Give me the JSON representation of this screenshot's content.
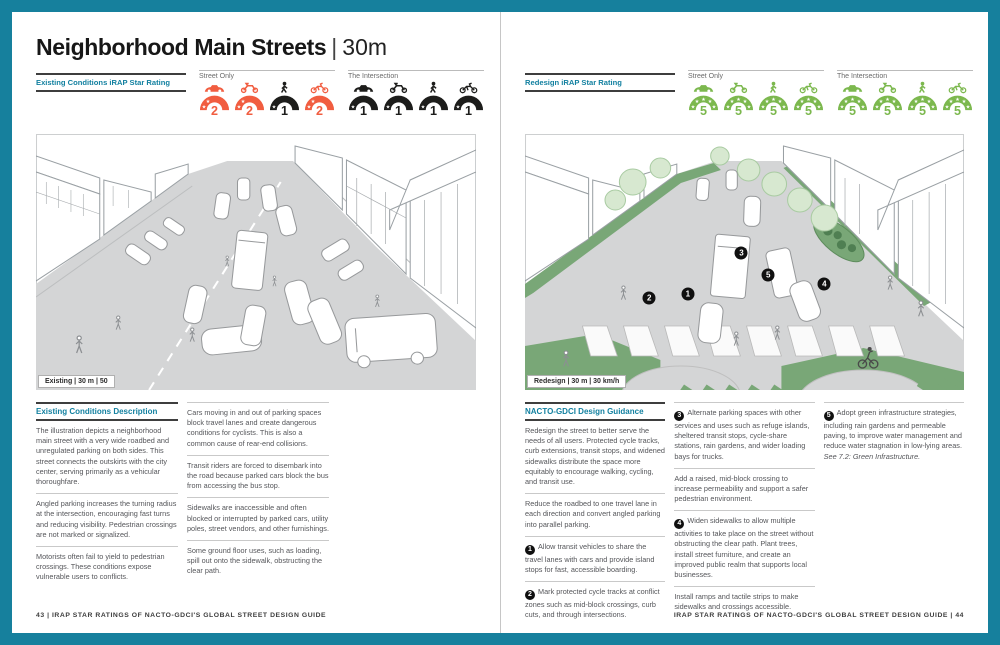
{
  "colors": {
    "teal_border": "#16809d",
    "header_teal": "#1280a0",
    "orange": "#f15d40",
    "black": "#1d1d1b",
    "green": "#7cb84e",
    "illustration_green": "#79a777"
  },
  "page_left": {
    "page_number": "43",
    "title": {
      "main": "Neighborhood Main Streets",
      "sep": "|",
      "sub": "30m"
    },
    "rating_section": {
      "header": "Existing Conditions iRAP Star Rating",
      "groups": [
        {
          "label": "Street Only",
          "ratings": [
            {
              "mode": "car",
              "value": "2",
              "color": "#f15d40"
            },
            {
              "mode": "motorcycle",
              "value": "2",
              "color": "#f15d40"
            },
            {
              "mode": "pedestrian",
              "value": "1",
              "color": "#1d1d1b"
            },
            {
              "mode": "bicycle",
              "value": "2",
              "color": "#f15d40"
            }
          ]
        },
        {
          "label": "The Intersection",
          "ratings": [
            {
              "mode": "car",
              "value": "1",
              "color": "#1d1d1b"
            },
            {
              "mode": "motorcycle",
              "value": "1",
              "color": "#1d1d1b"
            },
            {
              "mode": "pedestrian",
              "value": "1",
              "color": "#1d1d1b"
            },
            {
              "mode": "bicycle",
              "value": "1",
              "color": "#1d1d1b"
            }
          ]
        }
      ]
    },
    "illustration": {
      "label": "Existing | 30 m | 50",
      "markers": []
    },
    "description": {
      "header": "Existing Conditions Description",
      "col1": [
        {
          "text": "The illustration depicts a neighborhood main street with a very wide roadbed and unregulated parking on both sides. This street connects the outskirts with the city center, serving primarily as a vehicular thoroughfare."
        },
        {
          "text": "Angled parking increases the turning radius at the intersection, encouraging fast turns and reducing visibility. Pedestrian crossings are not marked or signalized."
        },
        {
          "text": "Motorists often fail to yield to pedestrian crossings. These conditions expose vulnerable users to conflicts."
        }
      ],
      "col2": [
        {
          "text": "Cars moving in and out of parking spaces block travel lanes and create dangerous conditions for cyclists. This is also a common cause of rear-end collisions."
        },
        {
          "text": "Transit riders are forced to disembark into the road because parked cars block the bus from accessing the bus stop."
        },
        {
          "text": "Sidewalks are inaccessible and often blocked or interrupted by parked cars, utility poles, street vendors, and other furnishings."
        },
        {
          "text": "Some ground floor uses, such as loading, spill out onto the sidewalk, obstructing the clear path."
        }
      ]
    },
    "footer": "43  |  IRAP STAR RATINGS OF NACTO-GDCI'S GLOBAL STREET DESIGN GUIDE"
  },
  "page_right": {
    "page_number": "44",
    "rating_section": {
      "header": "Redesign iRAP Star Rating",
      "groups": [
        {
          "label": "Street Only",
          "ratings": [
            {
              "mode": "car",
              "value": "5",
              "color": "#7cb84e"
            },
            {
              "mode": "motorcycle",
              "value": "5",
              "color": "#7cb84e"
            },
            {
              "mode": "pedestrian",
              "value": "5",
              "color": "#7cb84e"
            },
            {
              "mode": "bicycle",
              "value": "5",
              "color": "#7cb84e"
            }
          ]
        },
        {
          "label": "The Intersection",
          "ratings": [
            {
              "mode": "car",
              "value": "5",
              "color": "#7cb84e"
            },
            {
              "mode": "motorcycle",
              "value": "5",
              "color": "#7cb84e"
            },
            {
              "mode": "pedestrian",
              "value": "5",
              "color": "#7cb84e"
            },
            {
              "mode": "bicycle",
              "value": "5",
              "color": "#7cb84e"
            }
          ]
        }
      ]
    },
    "illustration": {
      "label": "Redesign | 30 m | 30 km/h",
      "markers": [
        {
          "n": "1",
          "x": 37.1,
          "y": 62.5
        },
        {
          "n": "2",
          "x": 28.3,
          "y": 64.1
        },
        {
          "n": "3",
          "x": 49.3,
          "y": 46.5
        },
        {
          "n": "4",
          "x": 68.2,
          "y": 58.6
        },
        {
          "n": "5",
          "x": 55.4,
          "y": 55.1
        }
      ]
    },
    "guidance": {
      "header": "NACTO-GDCI Design Guidance",
      "col1": [
        {
          "text": "Redesign the street to better serve the needs of all users. Protected cycle tracks, curb extensions, transit stops, and widened sidewalks distribute the space more equitably to encourage walking, cycling, and transit use."
        },
        {
          "text": "Reduce the roadbed to one travel lane in each direction and convert angled parking into parallel parking."
        },
        {
          "num": "1",
          "text": "Allow transit vehicles to share the travel lanes with cars and provide island stops for fast, accessible boarding."
        },
        {
          "num": "2",
          "text": "Mark protected cycle tracks at conflict zones such as mid-block crossings, curb cuts, and through intersections."
        }
      ],
      "col2": [
        {
          "num": "3",
          "text": "Alternate parking spaces with other services and uses such as refuge islands, sheltered transit stops, cycle-share stations, rain gardens, and wider loading bays for trucks."
        },
        {
          "text": "Add a raised, mid-block crossing to increase permeability and support a safer pedestrian environment."
        },
        {
          "num": "4",
          "text": "Widen sidewalks to allow multiple activities to take place on the street without obstructing the clear path. Plant trees, install street furniture, and create an improved public realm that supports local businesses."
        },
        {
          "text": "Install ramps and tactile strips to make sidewalks and crossings accessible."
        }
      ],
      "col3": [
        {
          "num": "5",
          "text": "Adopt green infrastructure strategies, including rain gardens and permeable paving, to improve water management and reduce water stagnation in low-lying areas.",
          "italic": "See 7.2: Green Infrastructure."
        }
      ]
    },
    "footer": "IRAP STAR RATINGS OF NACTO-GDCI'S GLOBAL STREET DESIGN GUIDE  |  44"
  }
}
